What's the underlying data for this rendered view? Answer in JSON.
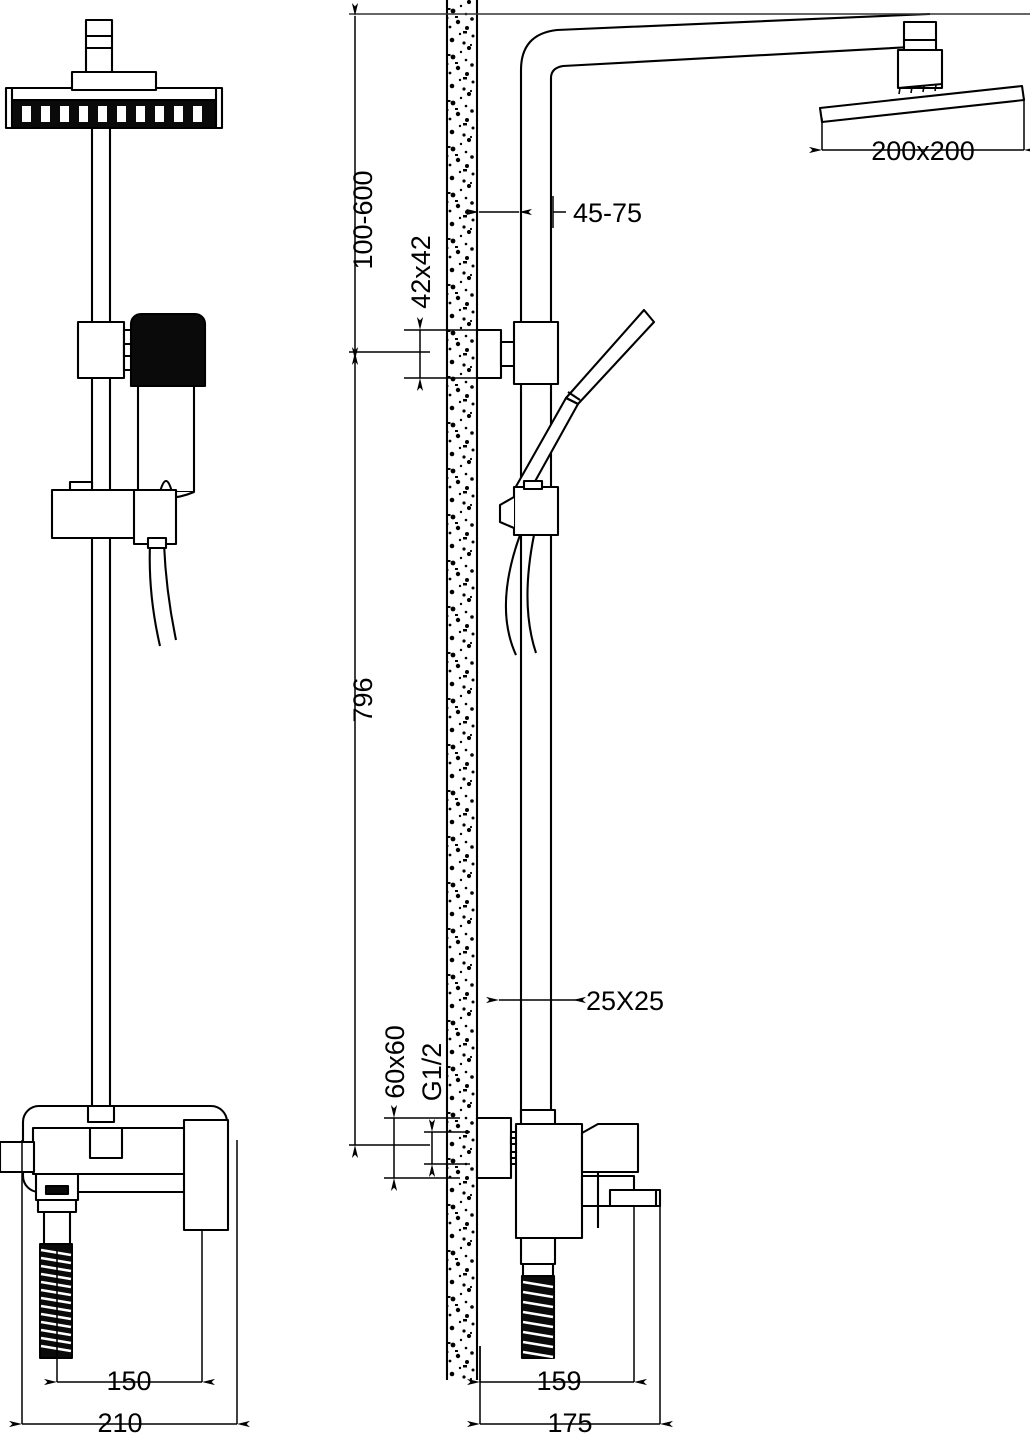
{
  "drawing": {
    "title": "Shower column technical drawing",
    "type": "orthographic-dimensioned-drawing",
    "units": "mm",
    "views": [
      {
        "name": "front-view",
        "label": ""
      },
      {
        "name": "side-section-view",
        "label": ""
      }
    ]
  },
  "dimensions": {
    "head_size": "200x200",
    "riser_offset": "45-75",
    "bracket_size": "42x42",
    "height_range": "100-600",
    "riser_height": "796",
    "rail_size": "25X25",
    "escutcheon_size": "60x60",
    "thread": "G1/2",
    "front_inner_width": "150",
    "front_outer_width": "210",
    "side_spout_projection": "159",
    "side_total_projection": "175"
  },
  "colors": {
    "line": "#000000",
    "fill_dark": "#0a0a0a",
    "background": "#ffffff"
  },
  "parts": {
    "overhead_shower": "overhead-shower-head",
    "shower_arm": "curved-shower-arm",
    "riser_rail": "riser-rail",
    "hand_shower": "hand-shower",
    "slide_bracket": "slide-bracket",
    "mixer": "bath-shower-mixer",
    "lever_handle": "lever-handle",
    "spout": "bath-spout",
    "hose": "flexible-hose",
    "wall": "wall-section-hatch"
  }
}
